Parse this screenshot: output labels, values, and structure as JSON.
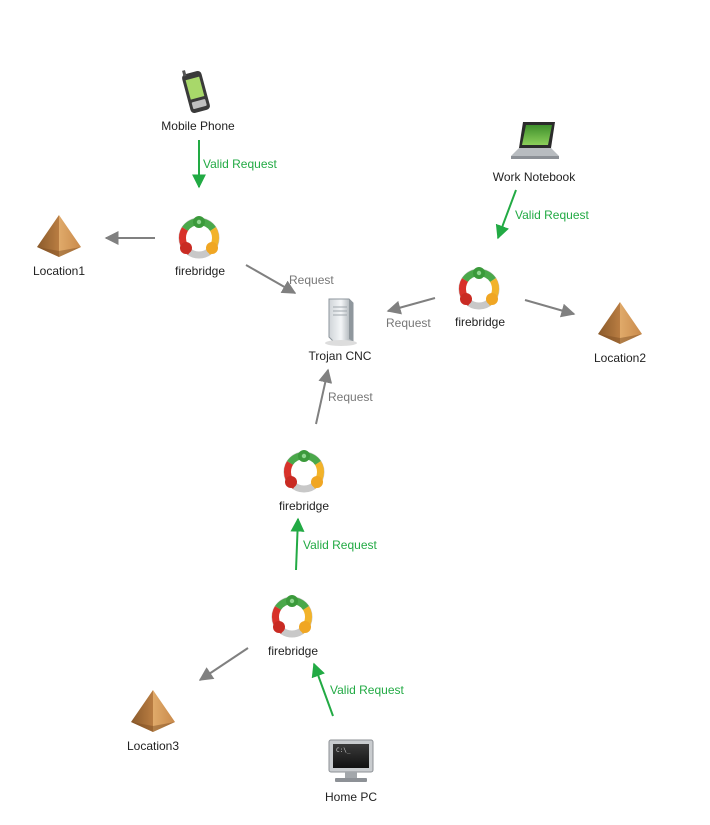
{
  "colors": {
    "valid": "#22aa44",
    "request": "#888888",
    "label": "#222222"
  },
  "nodes": {
    "mobile_phone": {
      "label": "Mobile Phone",
      "icon": "mobile-phone-icon"
    },
    "work_notebook": {
      "label": "Work Notebook",
      "icon": "laptop-icon"
    },
    "home_pc": {
      "label": "Home PC",
      "icon": "monitor-icon"
    },
    "trojan_cnc": {
      "label": "Trojan CNC",
      "icon": "server-tower-icon"
    },
    "firebridge_1": {
      "label": "firebridge",
      "icon": "firebridge-ring-icon"
    },
    "firebridge_2": {
      "label": "firebridge",
      "icon": "firebridge-ring-icon"
    },
    "firebridge_3": {
      "label": "firebridge",
      "icon": "firebridge-ring-icon"
    },
    "firebridge_4": {
      "label": "firebridge",
      "icon": "firebridge-ring-icon"
    },
    "location1": {
      "label": "Location1",
      "icon": "pyramid-icon"
    },
    "location2": {
      "label": "Location2",
      "icon": "pyramid-icon"
    },
    "location3": {
      "label": "Location3",
      "icon": "pyramid-icon"
    }
  },
  "edges": {
    "mobile_to_fb1": {
      "label": "Valid Request",
      "kind": "valid"
    },
    "notebook_to_fb2": {
      "label": "Valid Request",
      "kind": "valid"
    },
    "fb4_to_fb3": {
      "label": "Valid Request",
      "kind": "valid"
    },
    "homepc_to_fb4": {
      "label": "Valid Request",
      "kind": "valid"
    },
    "fb1_to_cnc": {
      "label": "Request",
      "kind": "request"
    },
    "fb2_to_cnc": {
      "label": "Request",
      "kind": "request"
    },
    "fb3_to_cnc": {
      "label": "Request",
      "kind": "request"
    },
    "fb1_to_location1": {
      "label": "",
      "kind": "request"
    },
    "fb2_to_location2": {
      "label": "",
      "kind": "request"
    },
    "fb4_to_location3": {
      "label": "",
      "kind": "request"
    }
  }
}
